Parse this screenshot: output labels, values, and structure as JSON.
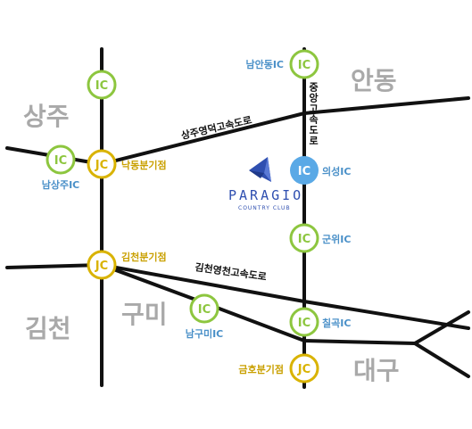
{
  "colors": {
    "ic_green": "#8dc63f",
    "jc_yellow": "#d9b300",
    "highlight_blue": "#5aa9e6",
    "label_blue": "#4a90c8",
    "label_yellow": "#c9a000",
    "region_gray": "#a9a9a9",
    "road_black": "#111111",
    "logo_blue": "#2f4fb0"
  },
  "regions": {
    "sangju": "상주",
    "andong": "안동",
    "gimcheon": "김천",
    "gumi": "구미",
    "daegu": "대구"
  },
  "roads": {
    "sangju_yeongdeok": "상주영덕고속도로",
    "jungang": "중앙고속도로",
    "gimcheon_yeongcheon": "김천영천고속도로"
  },
  "interchanges": {
    "top_left_ic": {
      "badge": "IC"
    },
    "namandong": {
      "badge": "IC",
      "label": "남안동IC"
    },
    "namsangju": {
      "badge": "IC",
      "label": "남상주IC"
    },
    "nakdong_jc": {
      "badge": "JC",
      "label": "낙동분기점"
    },
    "uiseong": {
      "badge": "IC",
      "label": "의성IC"
    },
    "gunwi": {
      "badge": "IC",
      "label": "군위IC"
    },
    "gimcheon_jc": {
      "badge": "JC",
      "label": "김천분기점"
    },
    "namgumi": {
      "badge": "IC",
      "label": "남구미IC"
    },
    "chilgok": {
      "badge": "IC",
      "label": "칠곡IC"
    },
    "geumho_jc": {
      "badge": "JC",
      "label": "금호분기점"
    }
  },
  "logo": {
    "name": "PARAGIO",
    "subtitle": "COUNTRY CLUB",
    "icon": "paper-plane-icon"
  }
}
